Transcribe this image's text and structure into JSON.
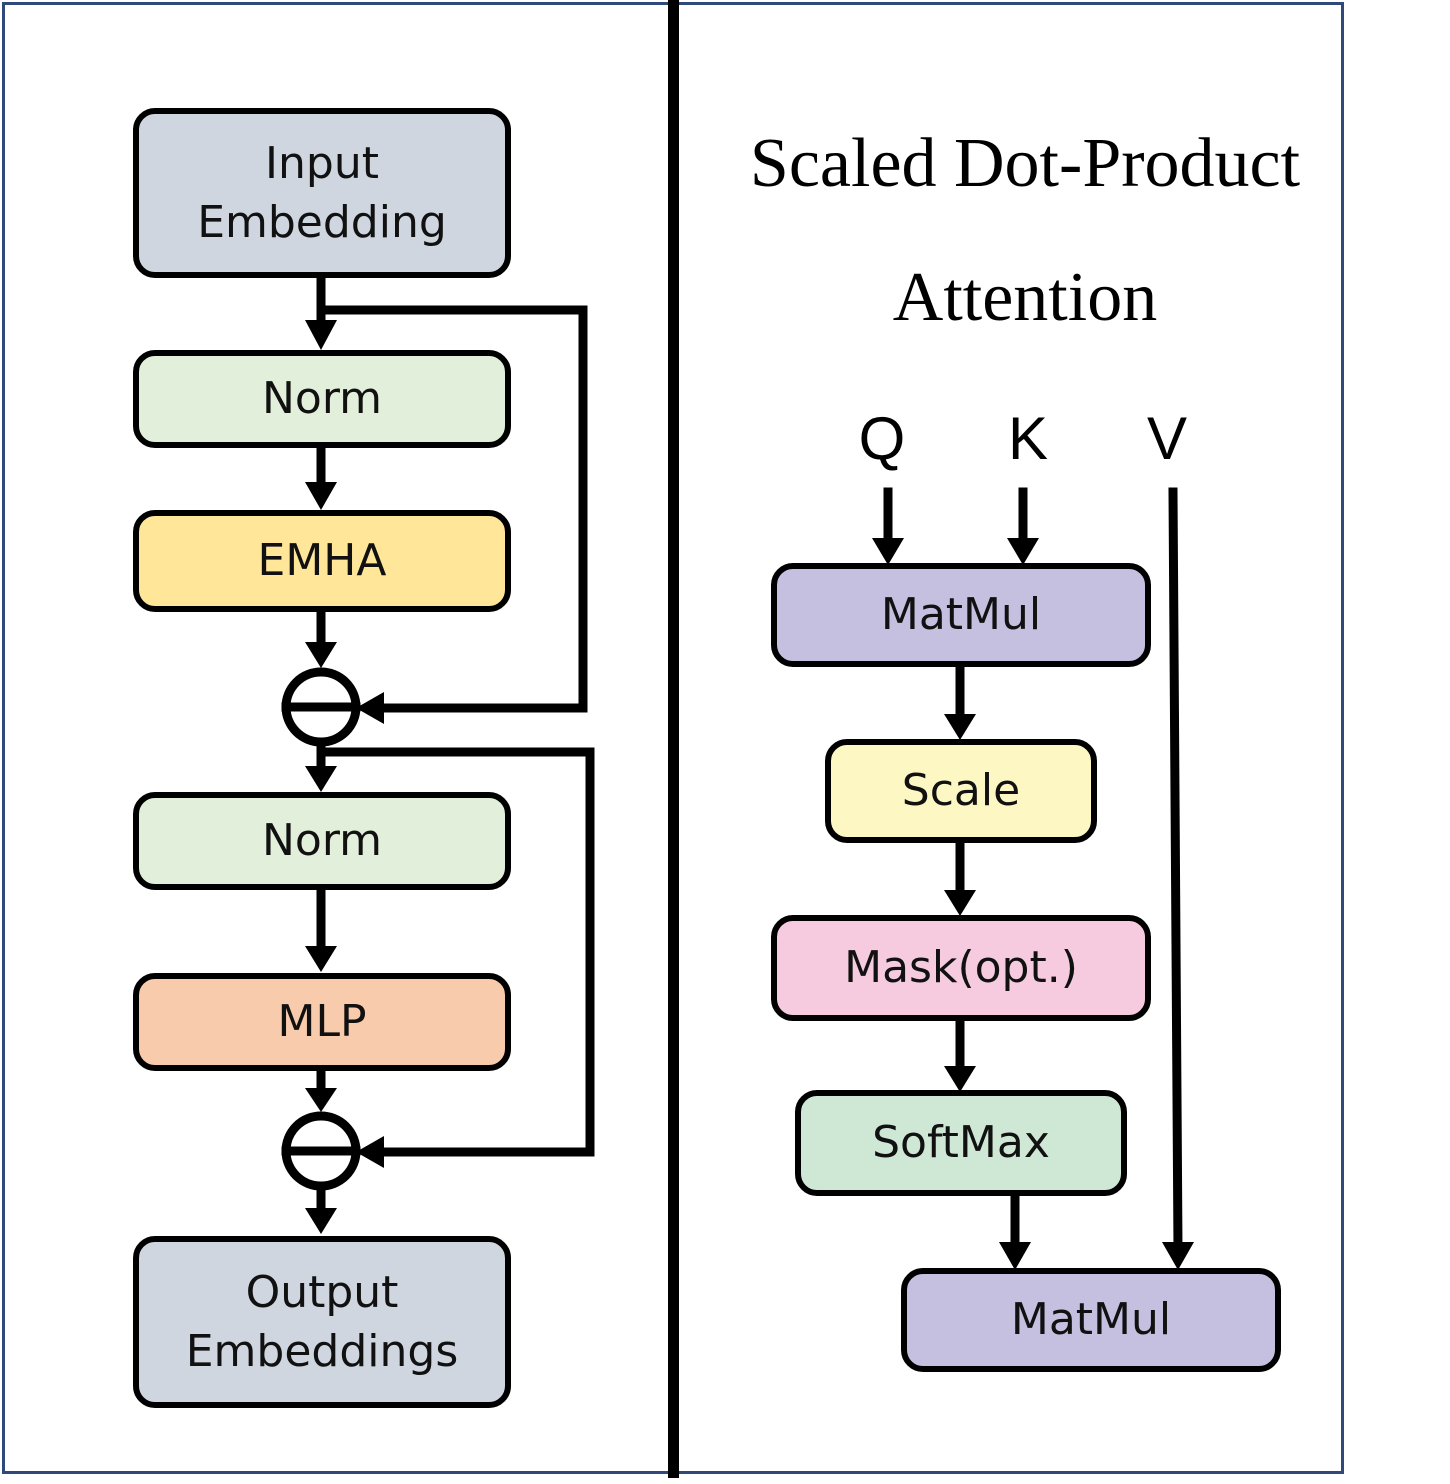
{
  "left_panel": {
    "input_embedding": "Input\nEmbedding",
    "norm_1": "Norm",
    "emha": "EMHA",
    "norm_2": "Norm",
    "mlp": "MLP",
    "output_embeddings": "Output\nEmbeddings"
  },
  "right_panel": {
    "title_line1": "Scaled Dot-Product",
    "title_line2": "Attention",
    "inputs": {
      "q": "Q",
      "k": "K",
      "v": "V"
    },
    "matmul_1": "MatMul",
    "scale": "Scale",
    "mask": "Mask(opt.)",
    "softmax": "SoftMax",
    "matmul_2": "MatMul"
  },
  "colors": {
    "embedding": "#cfd6df",
    "norm": "#e2efda",
    "emha": "#ffe699",
    "mlp": "#f8cbad",
    "matmul": "#c5bfe0",
    "scale": "#fdf7c3",
    "mask": "#f6cbe0",
    "softmax": "#cfe8d6"
  }
}
